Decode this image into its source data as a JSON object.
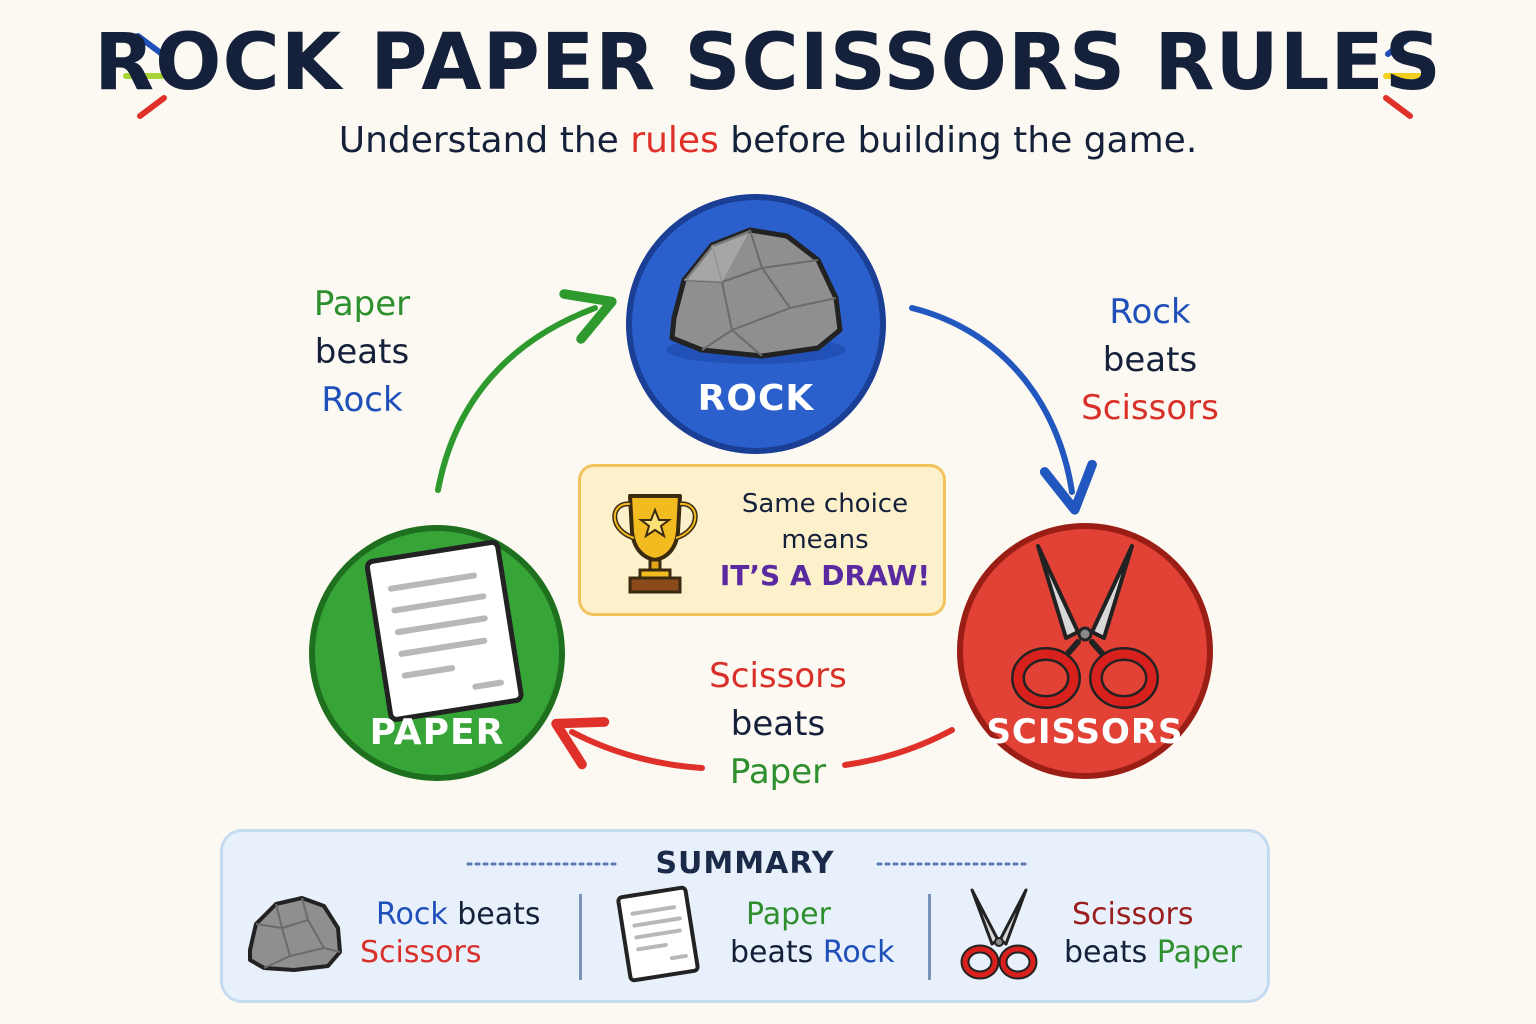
{
  "header": {
    "title": "ROCK PAPER SCISSORS RULES",
    "subtitle_pre": "Understand the ",
    "subtitle_highlight": "rules",
    "subtitle_post": " before building the game."
  },
  "choices": {
    "rock": {
      "label": "ROCK",
      "color": "#2457c5"
    },
    "paper": {
      "label": "PAPER",
      "color": "#2f9a2f"
    },
    "scissors": {
      "label": "SCISSORS",
      "color": "#dd3a30"
    }
  },
  "rules": {
    "paper_rock": {
      "winner": "Paper",
      "verb": "beats",
      "loser": "Rock"
    },
    "rock_scissors": {
      "winner": "Rock",
      "verb": "beats",
      "loser": "Scissors"
    },
    "scissors_paper": {
      "winner": "Scissors",
      "verb": "beats",
      "loser": "Paper"
    }
  },
  "draw": {
    "line1": "Same choice",
    "line2": "means",
    "line3": "IT’S A DRAW!",
    "icon": "trophy-icon"
  },
  "summary": {
    "title": "SUMMARY",
    "items": [
      {
        "icon": "rock-icon",
        "winner": "Rock",
        "verb": "beats",
        "loser": "Scissors"
      },
      {
        "icon": "paper-icon",
        "winner": "Paper",
        "verb": "beats",
        "loser": "Rock"
      },
      {
        "icon": "scissors-icon",
        "winner": "Scissors",
        "verb": "beats",
        "loser": "Paper"
      }
    ]
  },
  "colors": {
    "rock_blue": "#1f4fb8",
    "paper_green": "#2e8f2e",
    "scissors_red": "#d9302a",
    "text_dark": "#15203a",
    "draw_purple": "#5a2aa0"
  }
}
